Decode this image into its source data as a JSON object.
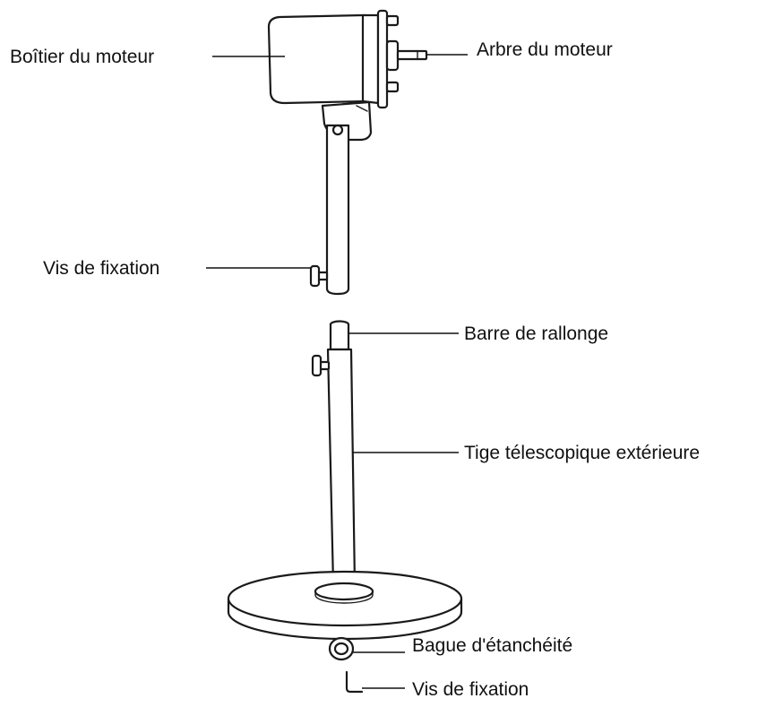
{
  "labels": {
    "motor_housing": "Boîtier du moteur",
    "motor_shaft": "Arbre du moteur",
    "fixing_screw_top": "Vis de fixation",
    "extension_bar": "Barre de rallonge",
    "outer_telescopic_rod": "Tige télescopique extérieure",
    "sealing_ring": "Bague d'étanchéité",
    "fixing_screw_bottom": "Vis de fixation"
  }
}
